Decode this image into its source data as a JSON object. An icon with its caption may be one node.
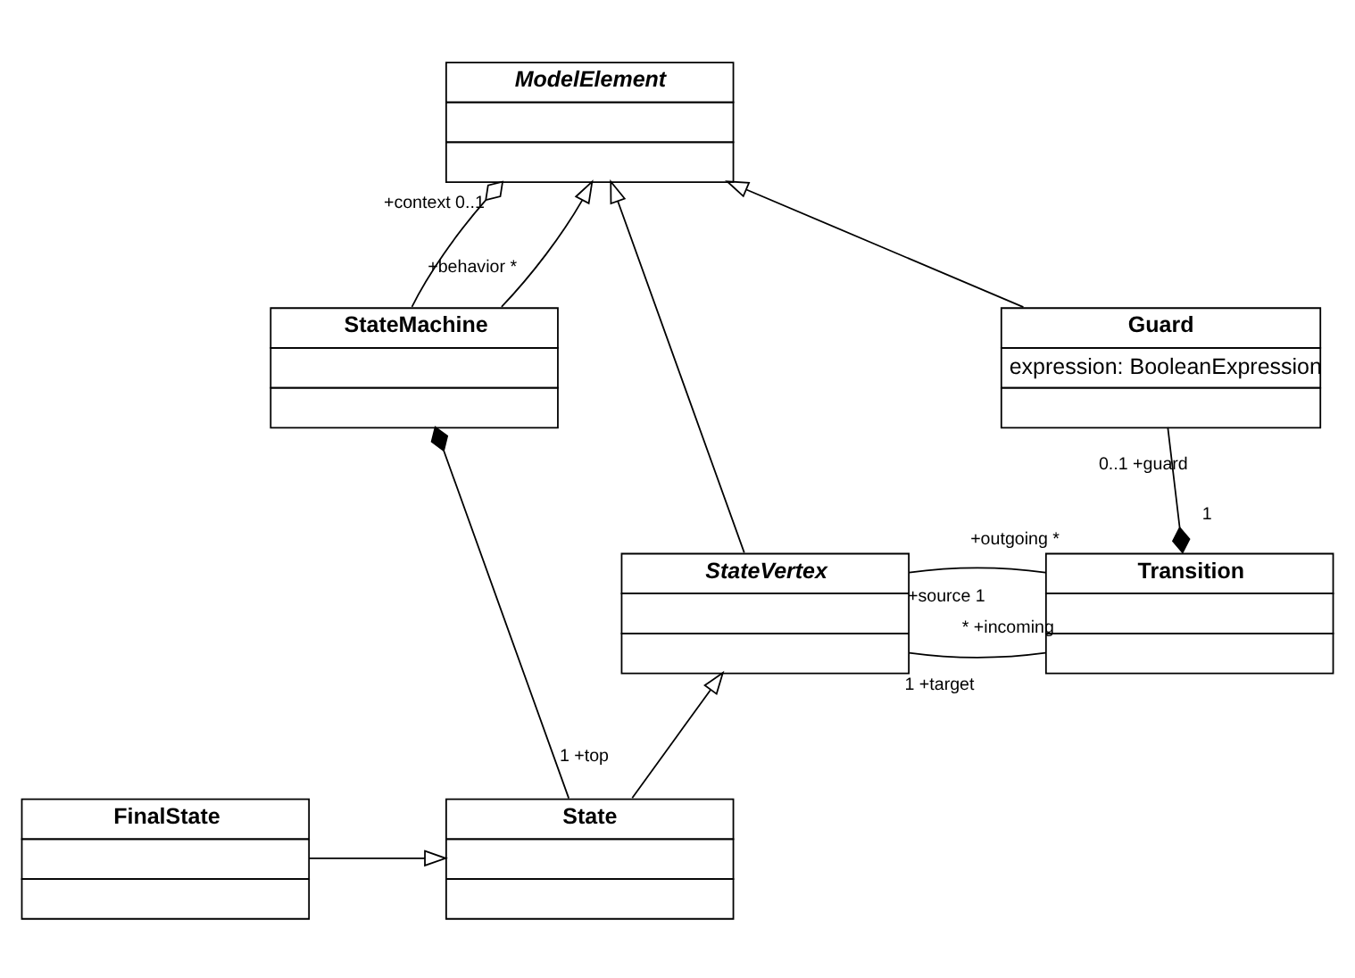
{
  "diagram": {
    "nodes": [
      {
        "text": [
          "ModelElement"
        ]
      },
      {
        "text": [
          "StateMachine"
        ]
      },
      {
        "text": [
          "Guard",
          "expression: BooleanExpression"
        ]
      },
      {
        "text": [
          "StateVertex"
        ]
      },
      {
        "text": [
          "Transition"
        ]
      },
      {
        "text": [
          "State"
        ]
      },
      {
        "text": [
          "FinalState"
        ]
      }
    ],
    "edges": [
      {
        "from": 1,
        "to": 0,
        "arrow": "other"
      },
      {
        "from": 1,
        "to": 0,
        "arrow": "to"
      },
      {
        "from": 2,
        "to": 0,
        "arrow": "to"
      },
      {
        "from": 3,
        "to": 0,
        "arrow": "to"
      },
      {
        "from": 5,
        "to": 1,
        "arrow": "other"
      },
      {
        "from": 3,
        "to": 4,
        "arrow": "none"
      },
      {
        "from": 3,
        "to": 4,
        "arrow": "none"
      },
      {
        "from": 2,
        "to": 4,
        "arrow": "other"
      },
      {
        "from": 5,
        "to": 3,
        "arrow": "to"
      },
      {
        "from": 6,
        "to": 5,
        "arrow": "to"
      }
    ],
    "labels": [
      "+context",
      "0..1",
      "+behavior",
      "*",
      "0..1",
      "+guard",
      "+source",
      "+outgoing",
      "1",
      "*",
      "1",
      "1",
      "*",
      "+target",
      "+incoming",
      "1",
      "+top"
    ]
  }
}
